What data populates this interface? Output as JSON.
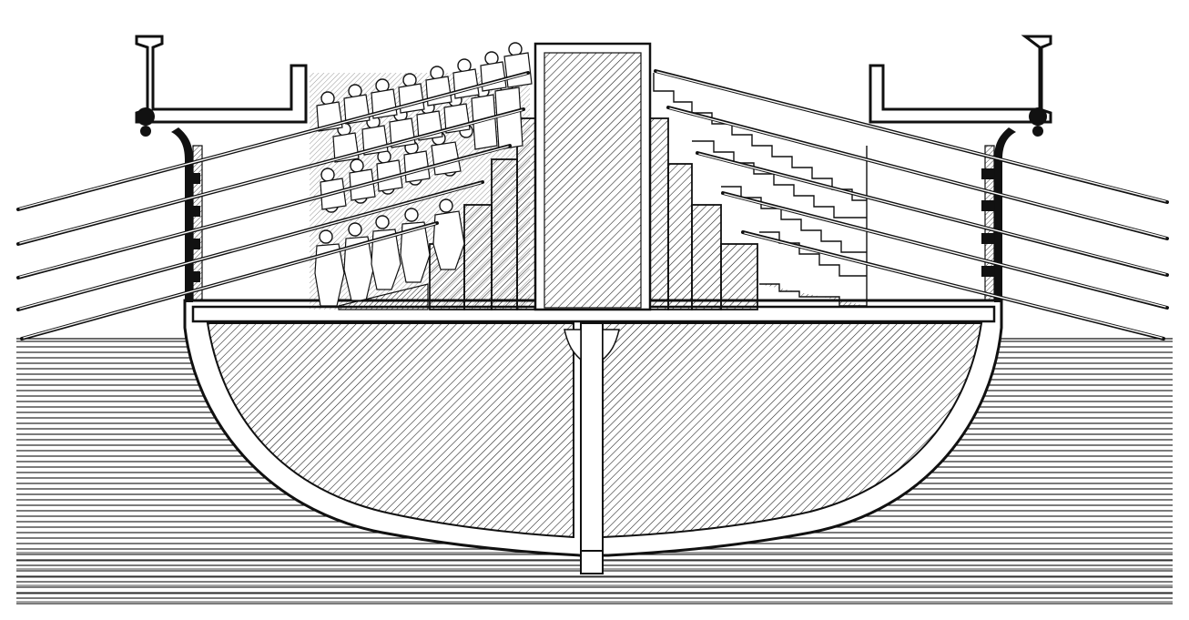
{
  "image": {
    "kind": "engraving",
    "colors": {
      "paper": "#ffffff",
      "ink": "#111111"
    }
  },
  "elements": {
    "count_of_oars": 10,
    "count_of_rowers_tiers": 5
  }
}
